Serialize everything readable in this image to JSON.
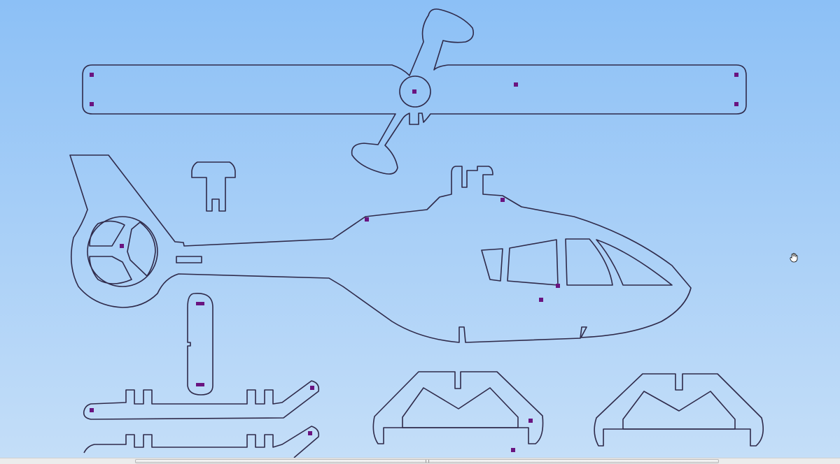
{
  "canvas": {
    "background_top": "#8cc0f6",
    "background_bottom": "#c4def8",
    "cut_color": "#2f2a4a",
    "marker_color": "#6a1480"
  },
  "parts": [
    "main-rotor",
    "fuselage",
    "mast-connector",
    "tail-rotor",
    "landing-skid",
    "skid-bracket"
  ],
  "cursor": {
    "icon": "hand-cursor-icon"
  },
  "scrollbar": {
    "icon": "grip-icon"
  }
}
